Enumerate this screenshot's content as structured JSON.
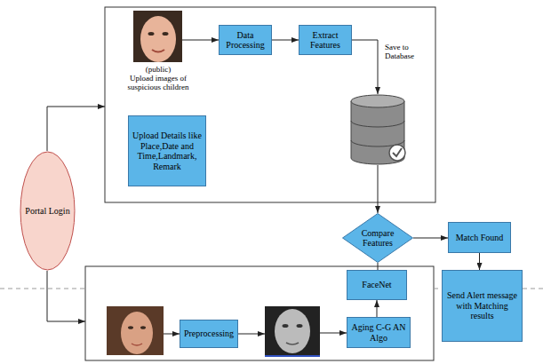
{
  "diagram": {
    "nodes": [
      {
        "text": [
          "Data Processing"
        ]
      },
      {
        "text": [
          "Extract Features"
        ]
      },
      {
        "text": [
          "Upload Details like Place,Date and Time,Landmark, Remark"
        ]
      },
      {
        "text": [
          "Portal Login"
        ]
      },
      {
        "text": [
          "Compare Features"
        ]
      },
      {
        "text": [
          "Match Found"
        ]
      },
      {
        "text": [
          "FaceNet"
        ]
      },
      {
        "text": [
          "Send Alert message with Matching results"
        ]
      },
      {
        "text": [
          "Preprocessing"
        ]
      },
      {
        "text": [
          "Aging C-G AN Algo"
        ]
      }
    ],
    "edges": [
      {
        "from": 0,
        "to": 1,
        "arrow": "to"
      },
      {
        "from": 4,
        "to": 5,
        "arrow": "to"
      },
      {
        "from": 5,
        "to": 7,
        "arrow": "to"
      },
      {
        "from": 4,
        "to": 6,
        "arrow": "none"
      },
      {
        "from": 9,
        "to": 6,
        "arrow": "to"
      }
    ],
    "labels": [
      "(public)",
      "Upload images of suspicious children",
      "Save to Database"
    ]
  }
}
